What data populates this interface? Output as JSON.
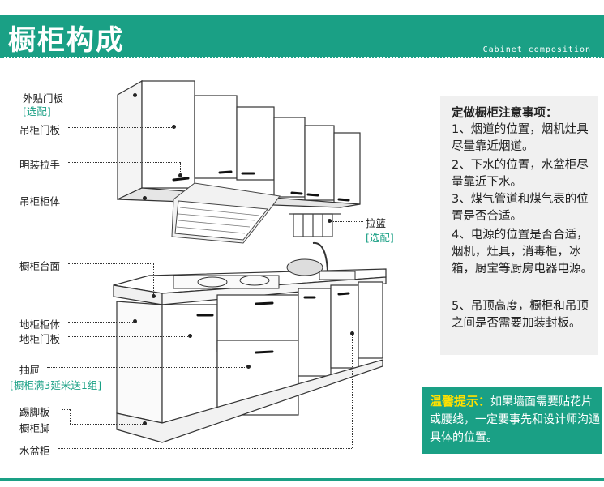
{
  "header": {
    "title": "橱柜构成",
    "subtitle": "Cabinet composition"
  },
  "labels": {
    "outer_door": "外贴门板",
    "outer_door_note": "[选配]",
    "wall_door": "吊柜门板",
    "handle": "明装拉手",
    "wall_body": "吊柜柜体",
    "basket": "拉篮",
    "basket_note": "[选配]",
    "countertop": "橱柜台面",
    "base_body": "地柜柜体",
    "base_door": "地柜门板",
    "drawer": "抽屉",
    "drawer_note": "[橱柜满3延米送1组]",
    "kickboard": "踢脚板",
    "leg": "橱柜脚",
    "sink_cabinet": "水盆柜"
  },
  "notes": {
    "title": "定做橱柜注意事项：",
    "items": [
      "1、烟道的位置，烟机灶具尽量靠近烟道。",
      "2、下水的位置，水盆柜尽量靠近下水。",
      "3、煤气管道和煤气表的位置是否合适。",
      "4、电源的位置是否合适，烟机，灶具，消毒柜，冰箱，厨宝等厨房电器电源。",
      "5、吊顶高度，橱柜和吊顶之间是否需要加装封板。"
    ]
  },
  "tip": {
    "head": "温馨提示：",
    "text": "如果墙面需要贴花片或腰线，一定要事先和设计师沟通具体的位置。"
  },
  "colors": {
    "brand": "#1aa085",
    "tip_head": "#ffe000",
    "notes_bg": "#f0f0f0"
  }
}
